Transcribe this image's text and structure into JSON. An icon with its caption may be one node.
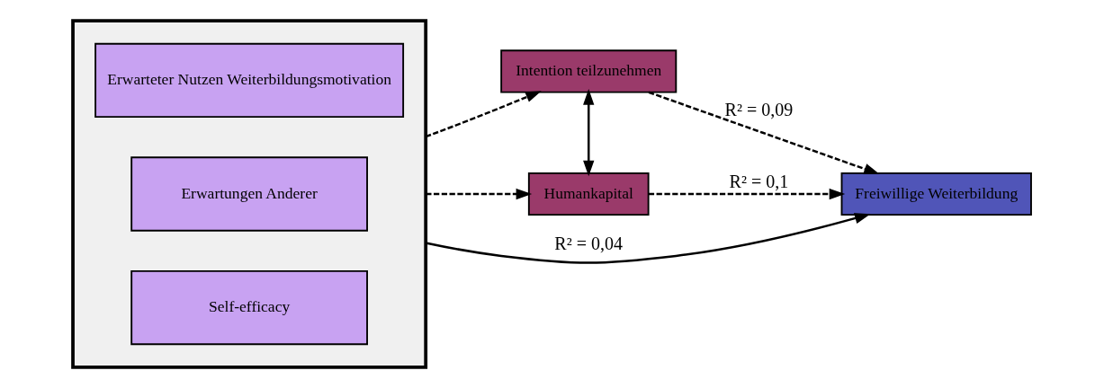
{
  "diagram": {
    "nodes": [
      {
        "text": [],
        "shape": "box"
      },
      {
        "text": [
          "Erwarteter Nutzen Weiterbildungsmotivation"
        ],
        "in": 0
      },
      {
        "text": [
          "Erwartungen Anderer"
        ],
        "in": 0
      },
      {
        "text": [
          "Self-efficacy"
        ],
        "in": 0
      },
      {
        "text": [
          "Intention teilzunehmen"
        ]
      },
      {
        "text": [
          "Humankapital"
        ]
      },
      {
        "text": [
          "Freiwillige Weiterbildung"
        ]
      }
    ],
    "edges": [
      {
        "from": 0,
        "to": 4,
        "arrow": "to",
        "style": "dashed"
      },
      {
        "from": 0,
        "to": 6,
        "arrow": "to",
        "label": "R² = 0,04"
      },
      {
        "from": 0,
        "to": 5,
        "arrow": "to",
        "style": "dashed"
      },
      {
        "from": 4,
        "to": 5,
        "arrow": "both"
      },
      {
        "from": 4,
        "to": 6,
        "arrow": "to",
        "style": "dashed",
        "label": "R² = 0,09"
      },
      {
        "from": 5,
        "to": 6,
        "arrow": "to",
        "style": "dashed",
        "label": "R² = 0,1"
      }
    ]
  }
}
